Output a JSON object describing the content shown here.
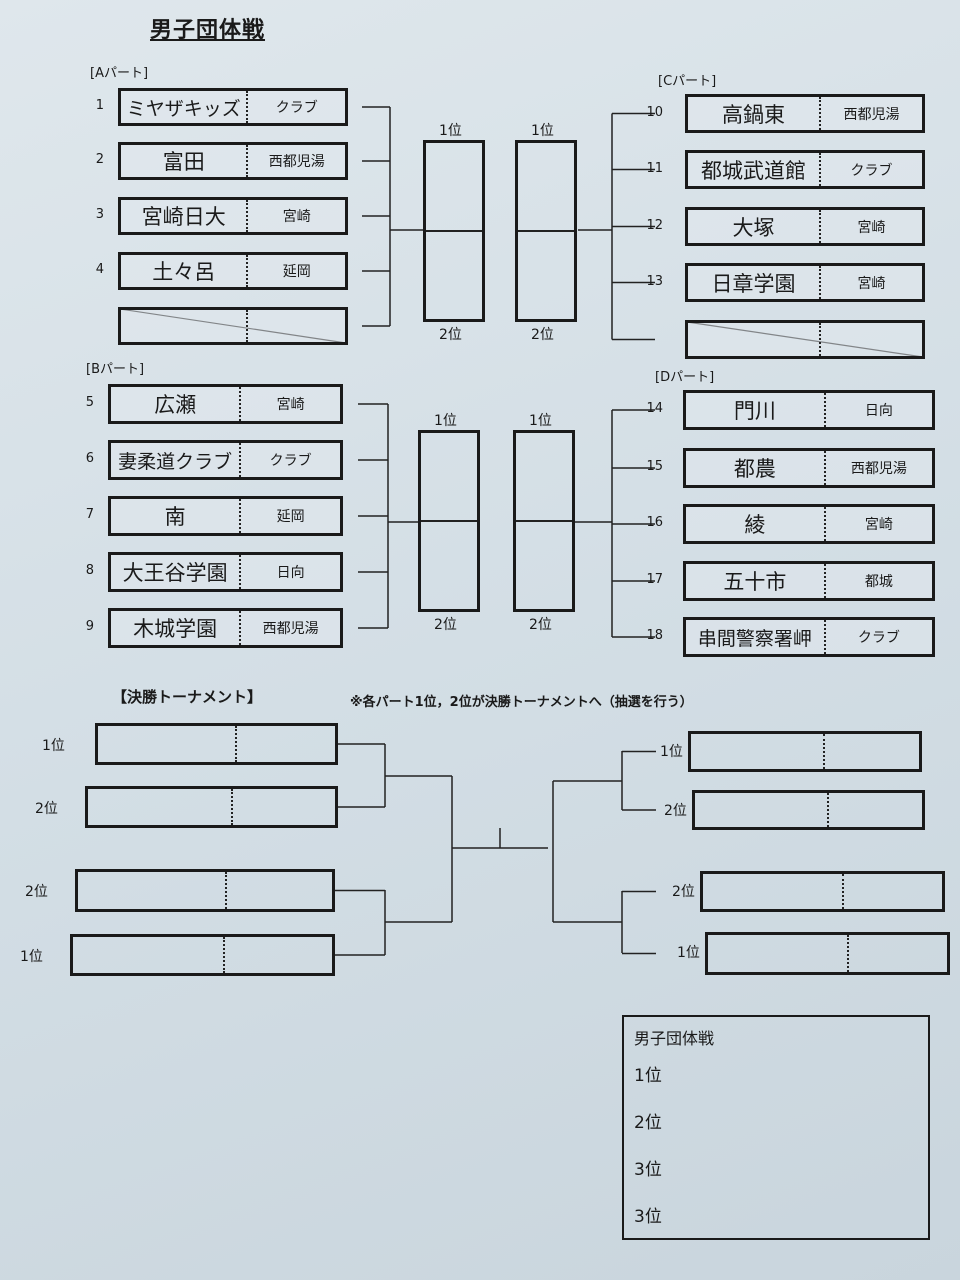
{
  "title": "男子団体戦",
  "parts": [
    {
      "label": "[Aパート]",
      "teams": [
        {
          "no": "1",
          "name": "ミヤザキッズ",
          "region": "クラブ"
        },
        {
          "no": "2",
          "name": "富田",
          "region": "西都児湯"
        },
        {
          "no": "3",
          "name": "宮崎日大",
          "region": "宮崎"
        },
        {
          "no": "4",
          "name": "土々呂",
          "region": "延岡"
        },
        {
          "no": "",
          "name": "",
          "region": ""
        }
      ]
    },
    {
      "label": "[Bパート]",
      "teams": [
        {
          "no": "5",
          "name": "広瀬",
          "region": "宮崎"
        },
        {
          "no": "6",
          "name": "妻柔道クラブ",
          "region": "クラブ"
        },
        {
          "no": "7",
          "name": "南",
          "region": "延岡"
        },
        {
          "no": "8",
          "name": "大王谷学園",
          "region": "日向"
        },
        {
          "no": "9",
          "name": "木城学園",
          "region": "西都児湯"
        }
      ]
    },
    {
      "label": "[Cパート]",
      "teams": [
        {
          "no": "10",
          "name": "高鍋東",
          "region": "西都児湯"
        },
        {
          "no": "11",
          "name": "都城武道館",
          "region": "クラブ"
        },
        {
          "no": "12",
          "name": "大塚",
          "region": "宮崎"
        },
        {
          "no": "13",
          "name": "日章学園",
          "region": "宮崎"
        },
        {
          "no": "",
          "name": "",
          "region": ""
        }
      ]
    },
    {
      "label": "[Dパート]",
      "teams": [
        {
          "no": "14",
          "name": "門川",
          "region": "日向"
        },
        {
          "no": "15",
          "name": "都農",
          "region": "西都児湯"
        },
        {
          "no": "16",
          "name": "綾",
          "region": "宮崎"
        },
        {
          "no": "17",
          "name": "五十市",
          "region": "都城"
        },
        {
          "no": "18",
          "name": "串間警察署岬",
          "region": "クラブ"
        }
      ]
    }
  ],
  "rank_first": "1位",
  "rank_second": "2位",
  "final": {
    "title": "【決勝トーナメント】",
    "note": "※各パート1位，2位が決勝トーナメントへ（抽選を行う）",
    "left_slots": [
      "1位",
      "2位",
      "2位",
      "1位"
    ],
    "right_slots": [
      "1位",
      "2位",
      "2位",
      "1位"
    ]
  },
  "result": {
    "title": "男子団体戦",
    "ranks": [
      "1位",
      "2位",
      "3位",
      "3位"
    ]
  }
}
